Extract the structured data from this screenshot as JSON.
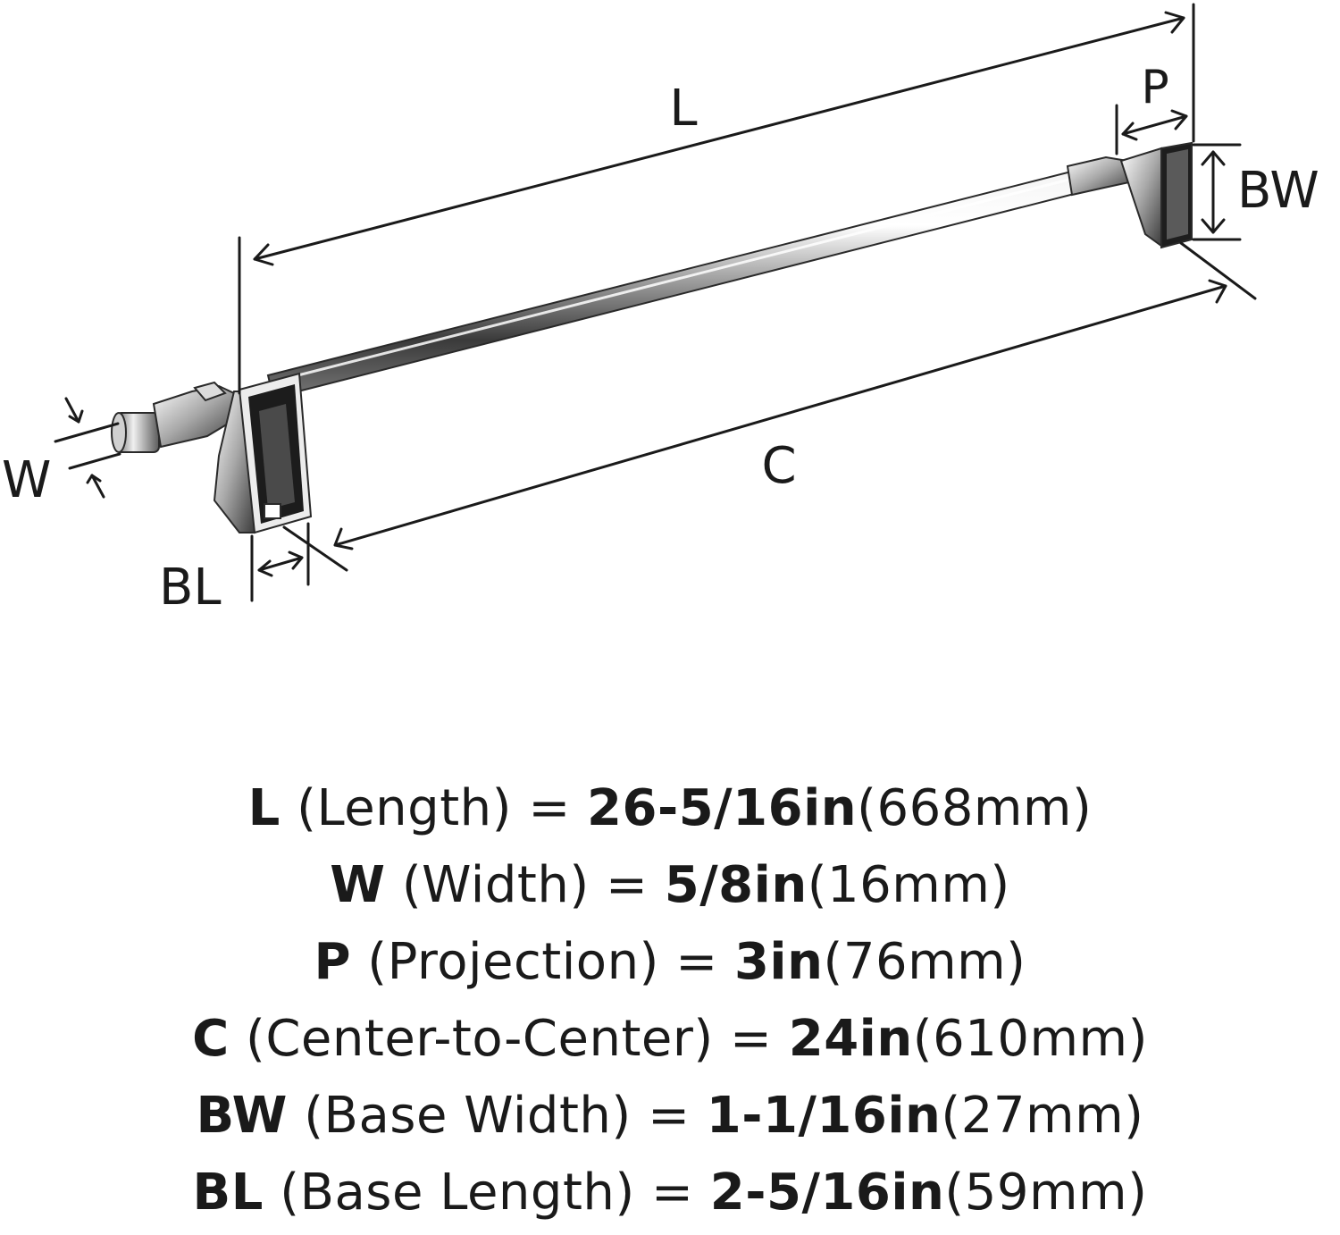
{
  "diagram": {
    "labels": {
      "L": "L",
      "P": "P",
      "BW": "BW",
      "W": "W",
      "C": "C",
      "BL": "BL"
    },
    "colors": {
      "ink": "#1a1a1a",
      "chrome_dark": "#2a2a2a",
      "chrome_mid": "#8c8c8c",
      "chrome_light": "#e6e6e6"
    }
  },
  "specs": [
    {
      "key": "L",
      "desc": " (Length) = ",
      "value": "26-5/16in",
      "metric": "(668mm)"
    },
    {
      "key": "W",
      "desc": " (Width) = ",
      "value": "5/8in",
      "metric": "(16mm)"
    },
    {
      "key": "P",
      "desc": " (Projection) = ",
      "value": "3in",
      "metric": "(76mm)"
    },
    {
      "key": "C",
      "desc": " (Center-to-Center) = ",
      "value": "24in",
      "metric": "(610mm)"
    },
    {
      "key": "BW",
      "desc": " (Base Width) = ",
      "value": "1-1/16in",
      "metric": "(27mm)"
    },
    {
      "key": "BL",
      "desc": " (Base Length) = ",
      "value": "2-5/16in",
      "metric": "(59mm)"
    }
  ]
}
